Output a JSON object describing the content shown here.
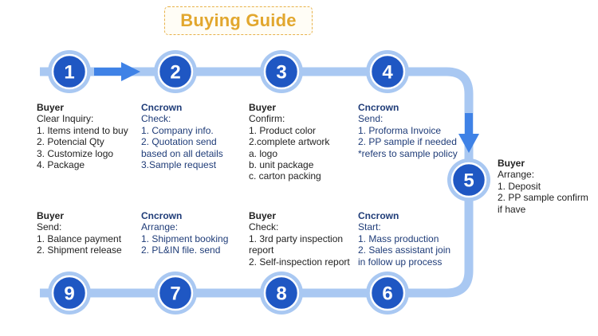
{
  "title": "Buying Guide",
  "colors": {
    "track": "#a9c8f2",
    "circle_fill": "#1f57c3",
    "circle_ring": "#a9c8f2",
    "arrow": "#3f82e6",
    "title_border": "#e8b24a",
    "title_text": "#e2a72e",
    "buyer_text": "#222222",
    "cncrown_text": "#1f3c78"
  },
  "steps": [
    {
      "number": "1",
      "party": "Buyer",
      "heading": "Clear Inquiry:",
      "lines": [
        "1. Items intend to buy",
        "2. Potencial Qty",
        "3. Customize logo",
        "4. Package"
      ]
    },
    {
      "number": "2",
      "party": "Cncrown",
      "heading": "Check:",
      "lines": [
        "1. Company info.",
        "2.  Quotation send",
        "based on all details",
        "3.Sample request"
      ]
    },
    {
      "number": "3",
      "party": "Buyer",
      "heading": "Confirm:",
      "lines": [
        "1. Product color",
        "2.complete artwork",
        "a. logo",
        "b. unit package",
        "c. carton packing"
      ]
    },
    {
      "number": "4",
      "party": "Cncrown",
      "heading": "Send:",
      "lines": [
        "1. Proforma Invoice",
        "2. PP sample if needed",
        "*refers to sample policy"
      ]
    },
    {
      "number": "5",
      "party": "Buyer",
      "heading": "Arrange:",
      "lines": [
        "1. Deposit",
        "2. PP sample confirm",
        "if have"
      ]
    },
    {
      "number": "6",
      "party": "Cncrown",
      "heading": "Start:",
      "lines": [
        "1. Mass production",
        "2. Sales assistant join",
        "in follow up process"
      ]
    },
    {
      "number": "7",
      "party": "Cncrown",
      "heading": "Arrange:",
      "lines": [
        "1. Shipment booking",
        "2. PL&IN file. send"
      ]
    },
    {
      "number": "8",
      "party": "Buyer",
      "heading": "Check:",
      "lines": [
        "1. 3rd party inspection",
        "report",
        "2. Self-inspection report"
      ]
    },
    {
      "number": "9",
      "party": "Buyer",
      "heading": "Send:",
      "lines": [
        "1. Balance payment",
        "2. Shipment release"
      ]
    }
  ]
}
